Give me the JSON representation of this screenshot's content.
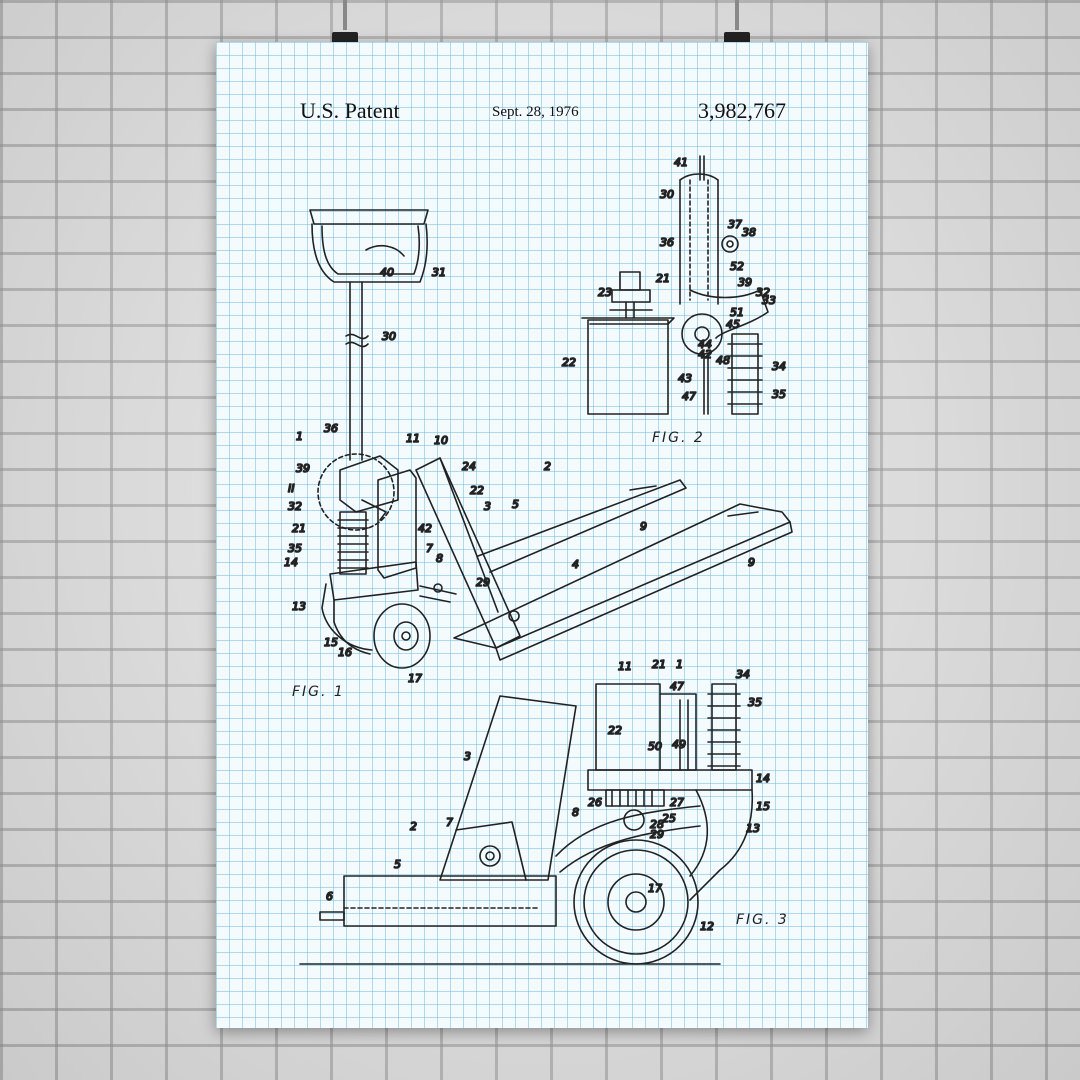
{
  "patent": {
    "label": "U.S. Patent",
    "date": "Sept. 28, 1976",
    "number": "3,982,767"
  },
  "figures": {
    "fig1": "FIG. 1",
    "fig2": "FIG. 2",
    "fig3": "FIG. 3"
  },
  "colors": {
    "paper": "#f4fbff",
    "grid": "#78bedc",
    "ink": "#222222",
    "clip": "#222222"
  }
}
